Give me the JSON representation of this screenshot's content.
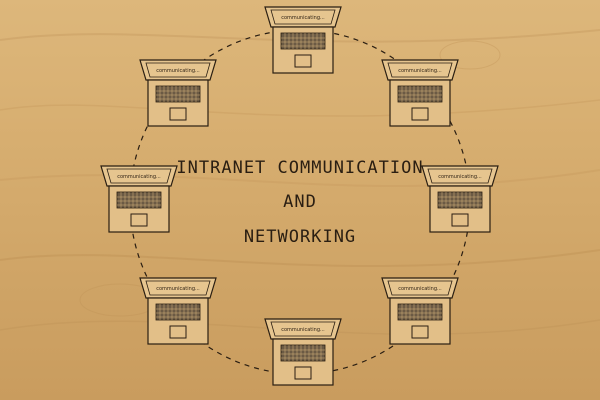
{
  "diagram": {
    "title_lines": [
      "INTRANET COMMUNICATION",
      "AND",
      "NETWORKING"
    ],
    "node_screen_text": "communicating..."
  },
  "colors": {
    "wood_light": "#ddb77b",
    "wood_dark": "#c99c5e",
    "ink": "#2a1e12"
  }
}
